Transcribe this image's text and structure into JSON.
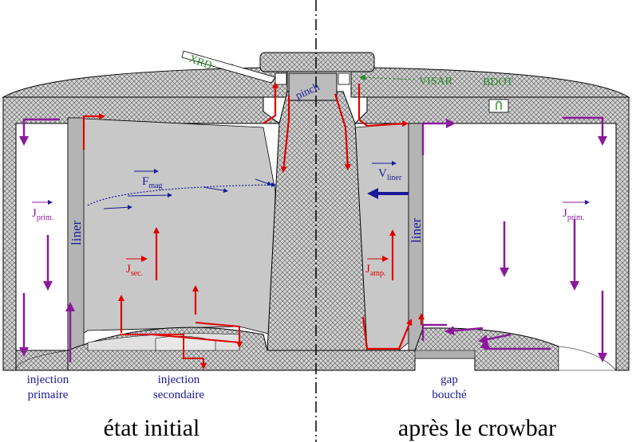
{
  "labels": {
    "xrd": "XRD",
    "visar": "VISAR",
    "bdot": "BDOT",
    "pinch": "pinch",
    "fmag_main": "F",
    "fmag_sub": "mag",
    "vliner_main": "V",
    "vliner_sub": "liner",
    "jprim_left_main": "J",
    "jprim_left_sub": "prim.",
    "jprim_right_main": "J",
    "jprim_right_sub": "prim.",
    "jsec_main": "J",
    "jsec_sub": "sec.",
    "jamp_main": "J",
    "jamp_sub": "amp.",
    "liner_left": "liner",
    "liner_right": "liner",
    "injection_primaire_1": "injection",
    "injection_primaire_2": "primaire",
    "injection_secondaire_1": "injection",
    "injection_secondaire_2": "secondaire",
    "gap_1": "gap",
    "gap_2": "bouché",
    "etat_initial": "état initial",
    "apres_crowbar": "après le crowbar"
  },
  "colors": {
    "current": "#e00000",
    "primary_current": "#8a1a9a",
    "label_blue": "#1a1a99",
    "diagnostic_green": "#2a8a2a",
    "gas_fill": "#c8c8c8"
  }
}
